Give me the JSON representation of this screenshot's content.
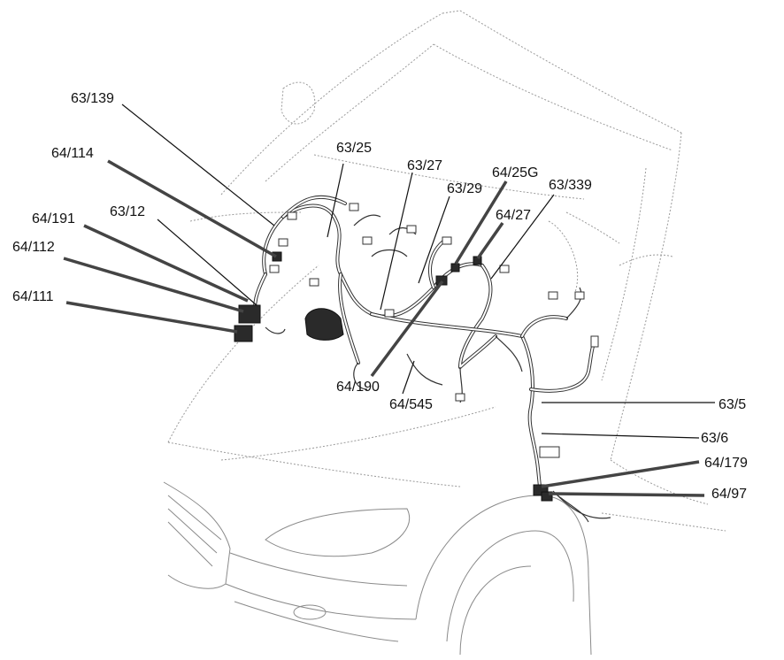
{
  "diagram": {
    "labels": [
      {
        "id": "l-63-139",
        "text": "63/139"
      },
      {
        "id": "l-64-114",
        "text": "64/114"
      },
      {
        "id": "l-64-191",
        "text": "64/191"
      },
      {
        "id": "l-63-12",
        "text": "63/12"
      },
      {
        "id": "l-64-112",
        "text": "64/112"
      },
      {
        "id": "l-64-111",
        "text": "64/111"
      },
      {
        "id": "l-63-25",
        "text": "63/25"
      },
      {
        "id": "l-63-27",
        "text": "63/27"
      },
      {
        "id": "l-63-29",
        "text": "63/29"
      },
      {
        "id": "l-64-25g",
        "text": "64/25G"
      },
      {
        "id": "l-63-339",
        "text": "63/339"
      },
      {
        "id": "l-64-27",
        "text": "64/27"
      },
      {
        "id": "l-64-190",
        "text": "64/190"
      },
      {
        "id": "l-64-545",
        "text": "64/545"
      },
      {
        "id": "l-63-5",
        "text": "63/5"
      },
      {
        "id": "l-63-6",
        "text": "63/6"
      },
      {
        "id": "l-64-179",
        "text": "64/179"
      },
      {
        "id": "l-64-97",
        "text": "64/97"
      }
    ],
    "colors": {
      "background": "#ffffff",
      "label_text": "#111111",
      "car_outline": "#9a9a9a",
      "harness": "#333333"
    }
  }
}
